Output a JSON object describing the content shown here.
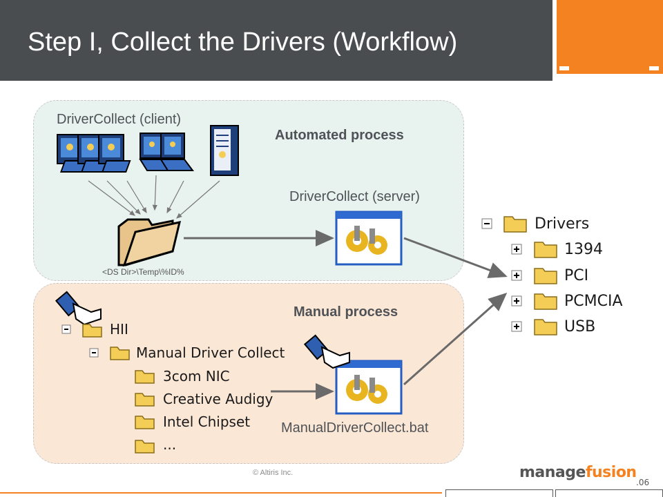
{
  "slide": {
    "title": "Step I, Collect the Drivers (Workflow)"
  },
  "automated": {
    "client_label": "DriverCollect (client)",
    "process_label": "Automated process",
    "server_label": "DriverCollect (server)",
    "temp_path": "<DS Dir>\\Temp\\%ID%"
  },
  "manual": {
    "process_label": "Manual process",
    "bat_label": "ManualDriverCollect.bat",
    "tree": {
      "root": "HII",
      "child": "Manual Driver Collect",
      "items": [
        "3com NIC",
        "Creative Audigy",
        "Intel Chipset",
        "..."
      ]
    }
  },
  "drivers_tree": {
    "root": "Drivers",
    "items": [
      "1394",
      "PCI",
      "PCMCIA",
      "USB"
    ]
  },
  "footer": {
    "copyright": "© Altiris Inc.",
    "logo_manage": "manage",
    "logo_fusion": "fusion",
    "logo_year": ".06"
  },
  "colors": {
    "header_bg": "#4a4d50",
    "accent": "#f58220",
    "automated_bg": "#e8f2ee",
    "manual_bg": "#fbe7d5",
    "folder_fill": "#f3cd55"
  }
}
